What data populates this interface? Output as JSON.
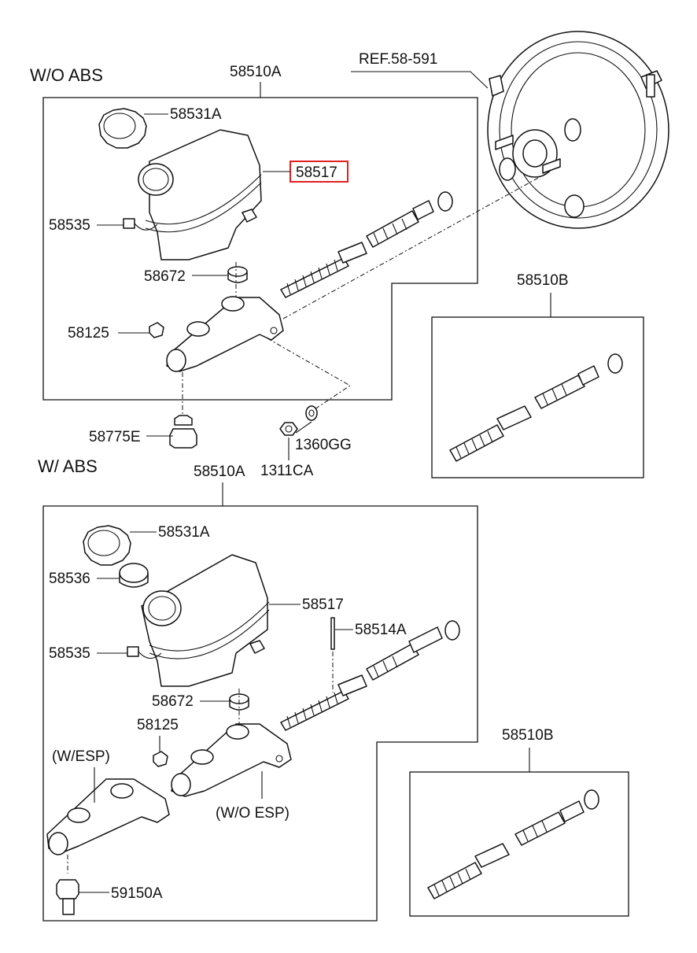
{
  "sections": {
    "without_abs": "W/O ABS",
    "with_abs": "W/ ABS"
  },
  "labels": {
    "ref": "REF.58-591",
    "top_assy": "58510A",
    "top_cap": "58531A",
    "top_reservoir": "58517",
    "top_sensor": "58535",
    "top_grommet": "58672",
    "top_plug": "58125",
    "top_fitting": "58775E",
    "top_nut": "1311CA",
    "top_washer": "1360GG",
    "top_kit": "58510B",
    "bot_assy": "58510A",
    "bot_cap": "58531A",
    "bot_strainer": "58536",
    "bot_reservoir": "58517",
    "bot_pin": "58514A",
    "bot_sensor": "58535",
    "bot_grommet": "58672",
    "bot_plug": "58125",
    "bot_w_esp": "(W/ESP)",
    "bot_wo_esp": "(W/O ESP)",
    "bot_switch": "59150A",
    "bot_kit": "58510B"
  },
  "highlight_color": "#e02020"
}
